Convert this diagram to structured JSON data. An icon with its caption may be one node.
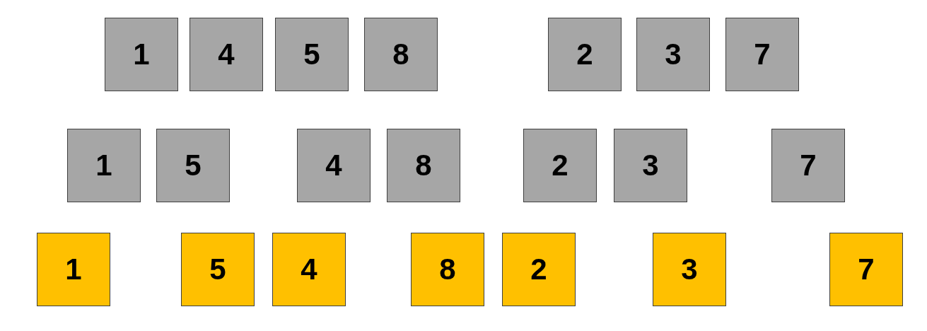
{
  "diagram": {
    "nodes": [
      {
        "text": [
          "1"
        ]
      },
      {
        "text": [
          "4"
        ]
      },
      {
        "text": [
          "5"
        ]
      },
      {
        "text": [
          "8"
        ]
      },
      {
        "text": [
          "2"
        ]
      },
      {
        "text": [
          "3"
        ]
      },
      {
        "text": [
          "7"
        ]
      },
      {
        "text": [
          "1"
        ]
      },
      {
        "text": [
          "5"
        ]
      },
      {
        "text": [
          "4"
        ]
      },
      {
        "text": [
          "8"
        ]
      },
      {
        "text": [
          "2"
        ]
      },
      {
        "text": [
          "3"
        ]
      },
      {
        "text": [
          "7"
        ]
      },
      {
        "text": [
          "1"
        ]
      },
      {
        "text": [
          "5"
        ]
      },
      {
        "text": [
          "4"
        ]
      },
      {
        "text": [
          "8"
        ]
      },
      {
        "text": [
          "2"
        ]
      },
      {
        "text": [
          "3"
        ]
      },
      {
        "text": [
          "7"
        ]
      }
    ]
  }
}
